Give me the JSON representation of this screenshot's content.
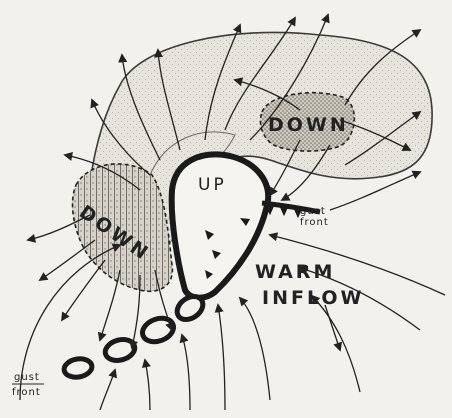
{
  "labels": {
    "down_top": "DOWN",
    "down_left": "DOWN",
    "up": "UP",
    "warm_line1": "WARM",
    "warm_line2": "INFLOW",
    "gust_front_right_line1": "gust",
    "gust_front_right_line2": "front",
    "gust_front_left_line1": "gust",
    "gust_front_left_line2": "front"
  }
}
